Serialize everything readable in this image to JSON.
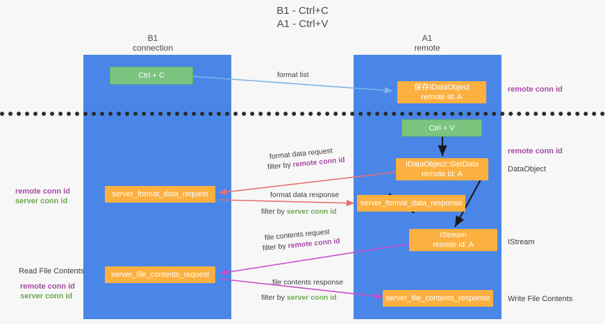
{
  "title": {
    "line1": "B1 - Ctrl+C",
    "line2": "A1 - Ctrl+V"
  },
  "columns": [
    {
      "name": "B1",
      "sub": "connection"
    },
    {
      "name": "A1",
      "sub": "remote"
    }
  ],
  "colors": {
    "lane": "#4a86e8",
    "green_box": "#7ac47f",
    "orange_box": "#fbb040",
    "remote_conn_id": "#a64ca6",
    "server_conn_id": "#6aa84f",
    "arrow_blue": "#7fb3e8",
    "arrow_red": "#e8716d",
    "arrow_magenta": "#c74ec7",
    "arrow_black": "#1a1a1a",
    "divider": "#2b2b2b"
  },
  "boxes": {
    "ctrl_c": {
      "label": "Ctrl + C"
    },
    "ctrl_v": {
      "label": "Ctrl + V"
    },
    "save_dataobject": {
      "line1": "保存IDataObject",
      "line2": "remote id: A"
    },
    "getdata": {
      "line1": "IDataObject::GetData",
      "line2": "remote id: A"
    },
    "istream": {
      "line1": "IStream",
      "line2": "remote id: A"
    },
    "server_format_data_request": {
      "label": "server_format_data_request"
    },
    "server_format_data_response": {
      "label": "server_format_data_response"
    },
    "server_file_contents_request": {
      "label": "server_file_contents_request"
    },
    "server_file_contents_response": {
      "label": "server_file_contents_response"
    }
  },
  "annotations": {
    "format_list": "format list",
    "format_data_request": "format data request",
    "format_data_request_filter_prefix": "filter by ",
    "format_data_request_filter_key": "remote conn id",
    "format_data_response": "format data response",
    "format_data_response_filter_prefix": "filter by ",
    "format_data_response_filter_key": "server conn id",
    "file_contents_request": "file contents request",
    "file_contents_request_filter_prefix": "filter by ",
    "file_contents_request_filter_key": "remote conn id",
    "file_contents_response": "file contents response",
    "file_contents_response_filter_prefix": "filter by ",
    "file_contents_response_filter_key": "server conn id"
  },
  "right_labels": {
    "remote_conn_id_top": "remote conn id",
    "remote_conn_id_mid": "remote conn id",
    "dataobject": "DataObject",
    "istream": "IStream",
    "write_file_contents": "Write File Contents"
  },
  "left_labels": {
    "remote_conn_id": "remote conn id",
    "server_conn_id": "server conn id",
    "read_file_contents": "Read File Contents",
    "remote_conn_id_2": "remote conn id",
    "server_conn_id_2": "server conn id"
  }
}
